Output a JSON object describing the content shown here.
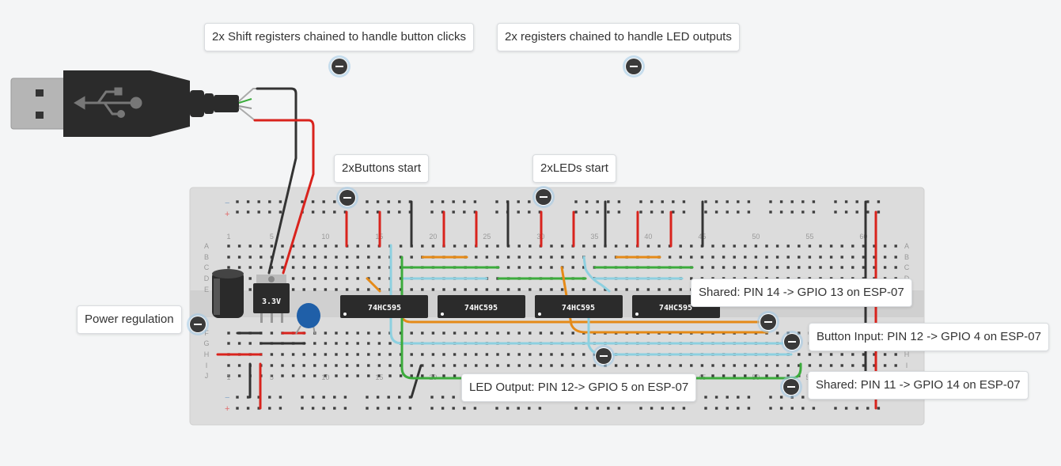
{
  "callouts": [
    {
      "id": "shift-registers",
      "text": "2x Shift registers chained to handle button clicks"
    },
    {
      "id": "led-registers",
      "text": "2x registers chained to handle LED outputs"
    },
    {
      "id": "buttons-start",
      "text": "2xButtons start"
    },
    {
      "id": "leds-start",
      "text": "2xLEDs start"
    },
    {
      "id": "power-regulation",
      "text": "Power regulation"
    },
    {
      "id": "shared-pin14",
      "text": "Shared: PIN 14 -> GPIO 13 on ESP-07"
    },
    {
      "id": "button-input",
      "text": "Button Input: PIN 12 -> GPIO 4 on ESP-07"
    },
    {
      "id": "led-output",
      "text": "LED Output: PIN 12-> GPIO 5 on ESP-07"
    },
    {
      "id": "shared-pin11",
      "text": "Shared: PIN 11 -> GPIO 14 on ESP-07"
    }
  ],
  "breadboard": {
    "column_numbers": [
      "1",
      "5",
      "10",
      "15",
      "20",
      "25",
      "30",
      "35",
      "40",
      "45",
      "50",
      "55",
      "60"
    ],
    "row_letters_top": [
      "A",
      "B",
      "C",
      "D",
      "E"
    ],
    "row_letters_bottom": [
      "F",
      "G",
      "H",
      "I",
      "J"
    ],
    "rail_minus": "−",
    "rail_plus": "+"
  },
  "chips": [
    "74HC595",
    "74HC595",
    "74HC595",
    "74HC595"
  ],
  "regulator_label": "3.3V",
  "colors": {
    "wire_red": "#d9231d",
    "wire_black": "#333333",
    "wire_orange": "#e58a17",
    "wire_green": "#3cab3c",
    "wire_lightblue": "#8dd0e0",
    "breadboard": "#dcdcdc"
  }
}
